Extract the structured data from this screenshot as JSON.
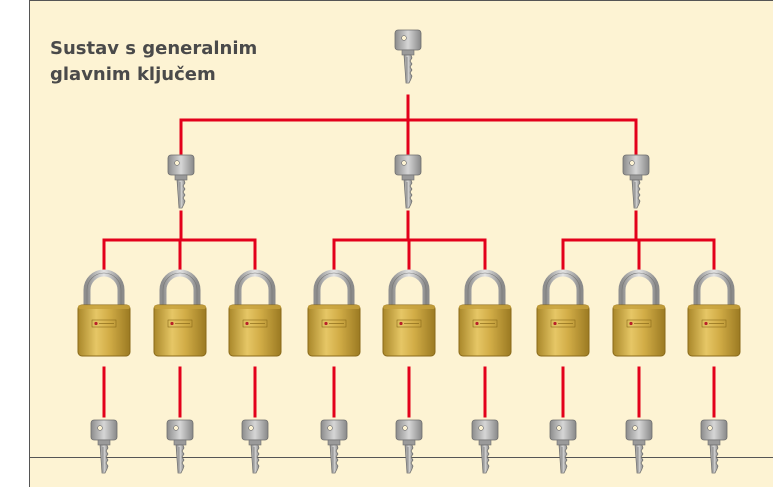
{
  "title": {
    "line1": "Sustav s generalnim",
    "line2": "glavnim ključem"
  },
  "colors": {
    "background": "#fdf3d3",
    "connector": "#e3001b",
    "lock_body": "#c9a43c",
    "shackle": "#b7b7b7",
    "key_metal": "#a9a9a9"
  },
  "hierarchy": {
    "grand_master_key": 1,
    "master_keys": 3,
    "locks_per_group": 3,
    "individual_keys": 9
  }
}
